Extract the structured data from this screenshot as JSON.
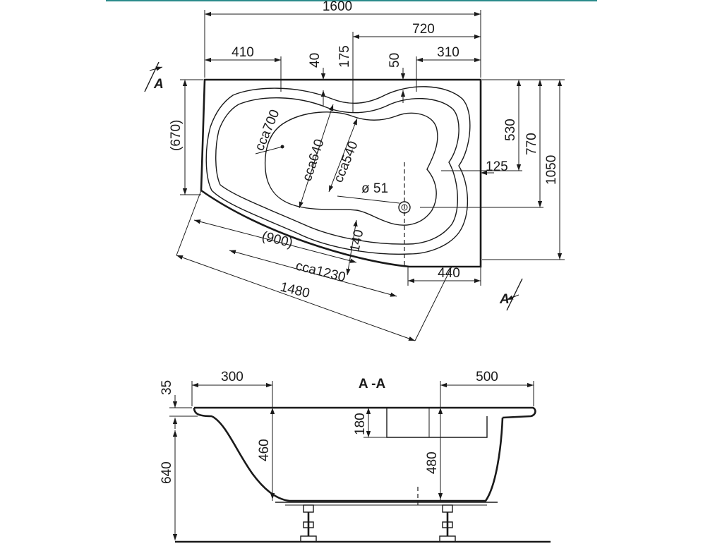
{
  "plan": {
    "dim_overall_width": "1600",
    "dim_right_offset": "720",
    "dim_left": "410",
    "dim_rim_40": "40",
    "dim_175": "175",
    "dim_rim_50": "50",
    "dim_right": "310",
    "dim_left_depth": "(670)",
    "dim_cca700": "cca700",
    "dim_cca640": "cca640",
    "dim_cca540": "cca540",
    "dim_drain": "ø 51",
    "dim_530": "530",
    "dim_770": "770",
    "dim_1050": "1050",
    "dim_125": "125",
    "dim_900": "(900)",
    "dim_140": "140",
    "dim_cca1230": "cca1230",
    "dim_1480": "1480",
    "dim_440": "440",
    "section_mark_top": "A",
    "section_mark_bottom": "A"
  },
  "section": {
    "title": "A -A",
    "dim_35": "35",
    "dim_300": "300",
    "dim_500": "500",
    "dim_180": "180",
    "dim_460": "460",
    "dim_480": "480",
    "dim_640": "640"
  }
}
